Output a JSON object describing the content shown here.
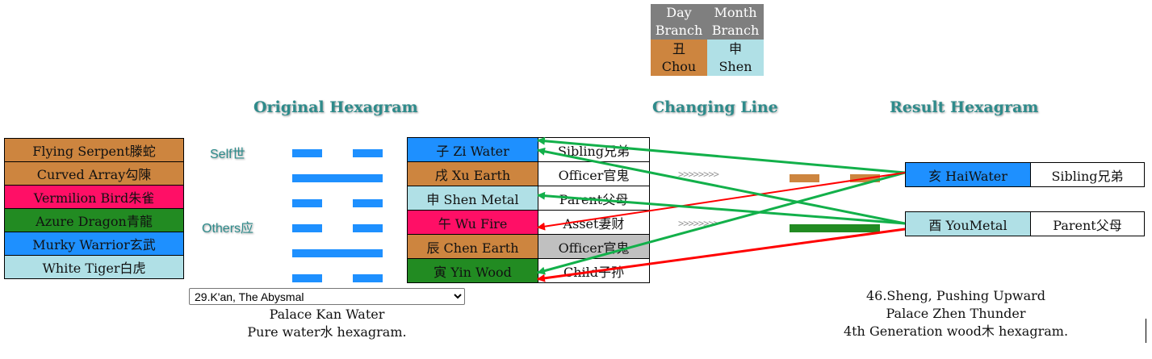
{
  "branch_table": {
    "day_label": "Day Branch",
    "month_label": "Month Branch",
    "day_char": "丑",
    "day_name": "Chou",
    "month_char": "申",
    "month_name": "Shen"
  },
  "headings": {
    "original": "Original Hexagram",
    "changing": "Changing Line",
    "result": "Result Hexagram"
  },
  "spirits": [
    {
      "label": "Flying Serpent滕蛇",
      "color": "#cd853f"
    },
    {
      "label": "Curved Array勾陳",
      "color": "#cd853f"
    },
    {
      "label": "Vermilion Bird朱雀",
      "color": "#ff0f66"
    },
    {
      "label": "Azure Dragon青龍",
      "color": "#228b22"
    },
    {
      "label": "Murky Warrior玄武",
      "color": "#1e90ff"
    },
    {
      "label": "White Tiger白虎",
      "color": "#b0e0e6"
    }
  ],
  "markers": {
    "self": "Self世",
    "others": "Others应"
  },
  "original_lines": [
    {
      "branch": "子 Zi Water",
      "relation": "Sibling兄弟",
      "color": "#1e90ff",
      "relation_bg": "#ffffff"
    },
    {
      "branch": "戌 Xu Earth",
      "relation": "Officer官鬼",
      "color": "#cd853f",
      "relation_bg": "#ffffff"
    },
    {
      "branch": "申 Shen Metal",
      "relation": "Parent父母",
      "color": "#b0e0e6",
      "relation_bg": "#ffffff"
    },
    {
      "branch": "午 Wu Fire",
      "relation": "Asset妻财",
      "color": "#ff0f66",
      "relation_bg": "#ffffff"
    },
    {
      "branch": "辰 Chen Earth",
      "relation": "Officer官鬼",
      "color": "#cd853f",
      "relation_bg": "#c0c0c0"
    },
    {
      "branch": "寅 Yin Wood",
      "relation": "Child子孙",
      "color": "#228b22",
      "relation_bg": "#ffffff"
    }
  ],
  "changing_indicators": [
    ">>>>>>>>",
    ">>>>>>>>"
  ],
  "result_lines": [
    {
      "branch": "亥 HaiWater",
      "relation": "Sibling兄弟",
      "color": "#1e90ff"
    },
    {
      "branch": "酉 YouMetal",
      "relation": "Parent父母",
      "color": "#b0e0e6"
    }
  ],
  "hexagram_select": {
    "selected": "29.K'an, The Abysmal"
  },
  "original_caption": {
    "palace": "Palace Kan Water",
    "type": "Pure water水 hexagram."
  },
  "result_caption": {
    "name": "46.Sheng, Pushing Upward",
    "palace": "Palace Zhen Thunder",
    "type": "4th Generation wood木 hexagram."
  },
  "arrow_colors": {
    "green": "#12b04a",
    "red": "#ff0000"
  }
}
